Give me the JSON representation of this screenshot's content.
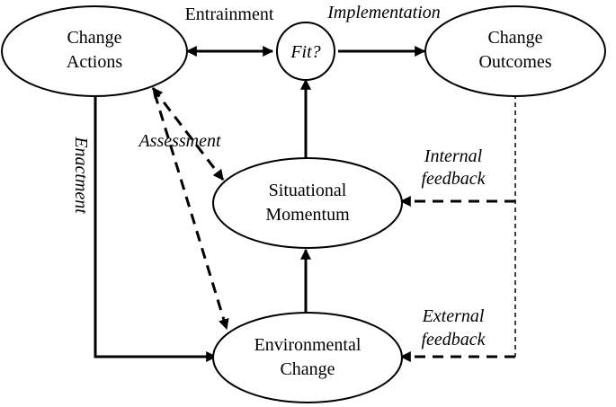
{
  "nodes": {
    "change_actions": [
      "Change",
      "Actions"
    ],
    "fit": "Fit?",
    "change_outcomes": [
      "Change",
      "Outcomes"
    ],
    "situational_momentum": [
      "Situational",
      "Momentum"
    ],
    "environmental_change": [
      "Environmental",
      "Change"
    ]
  },
  "edge_labels": {
    "entrainment": "Entrainment",
    "implementation": "Implementation",
    "enactment": "Enactment",
    "assessment": "Assessment",
    "internal_feedback": [
      "Internal",
      "feedback"
    ],
    "external_feedback": [
      "External",
      "feedback"
    ]
  }
}
